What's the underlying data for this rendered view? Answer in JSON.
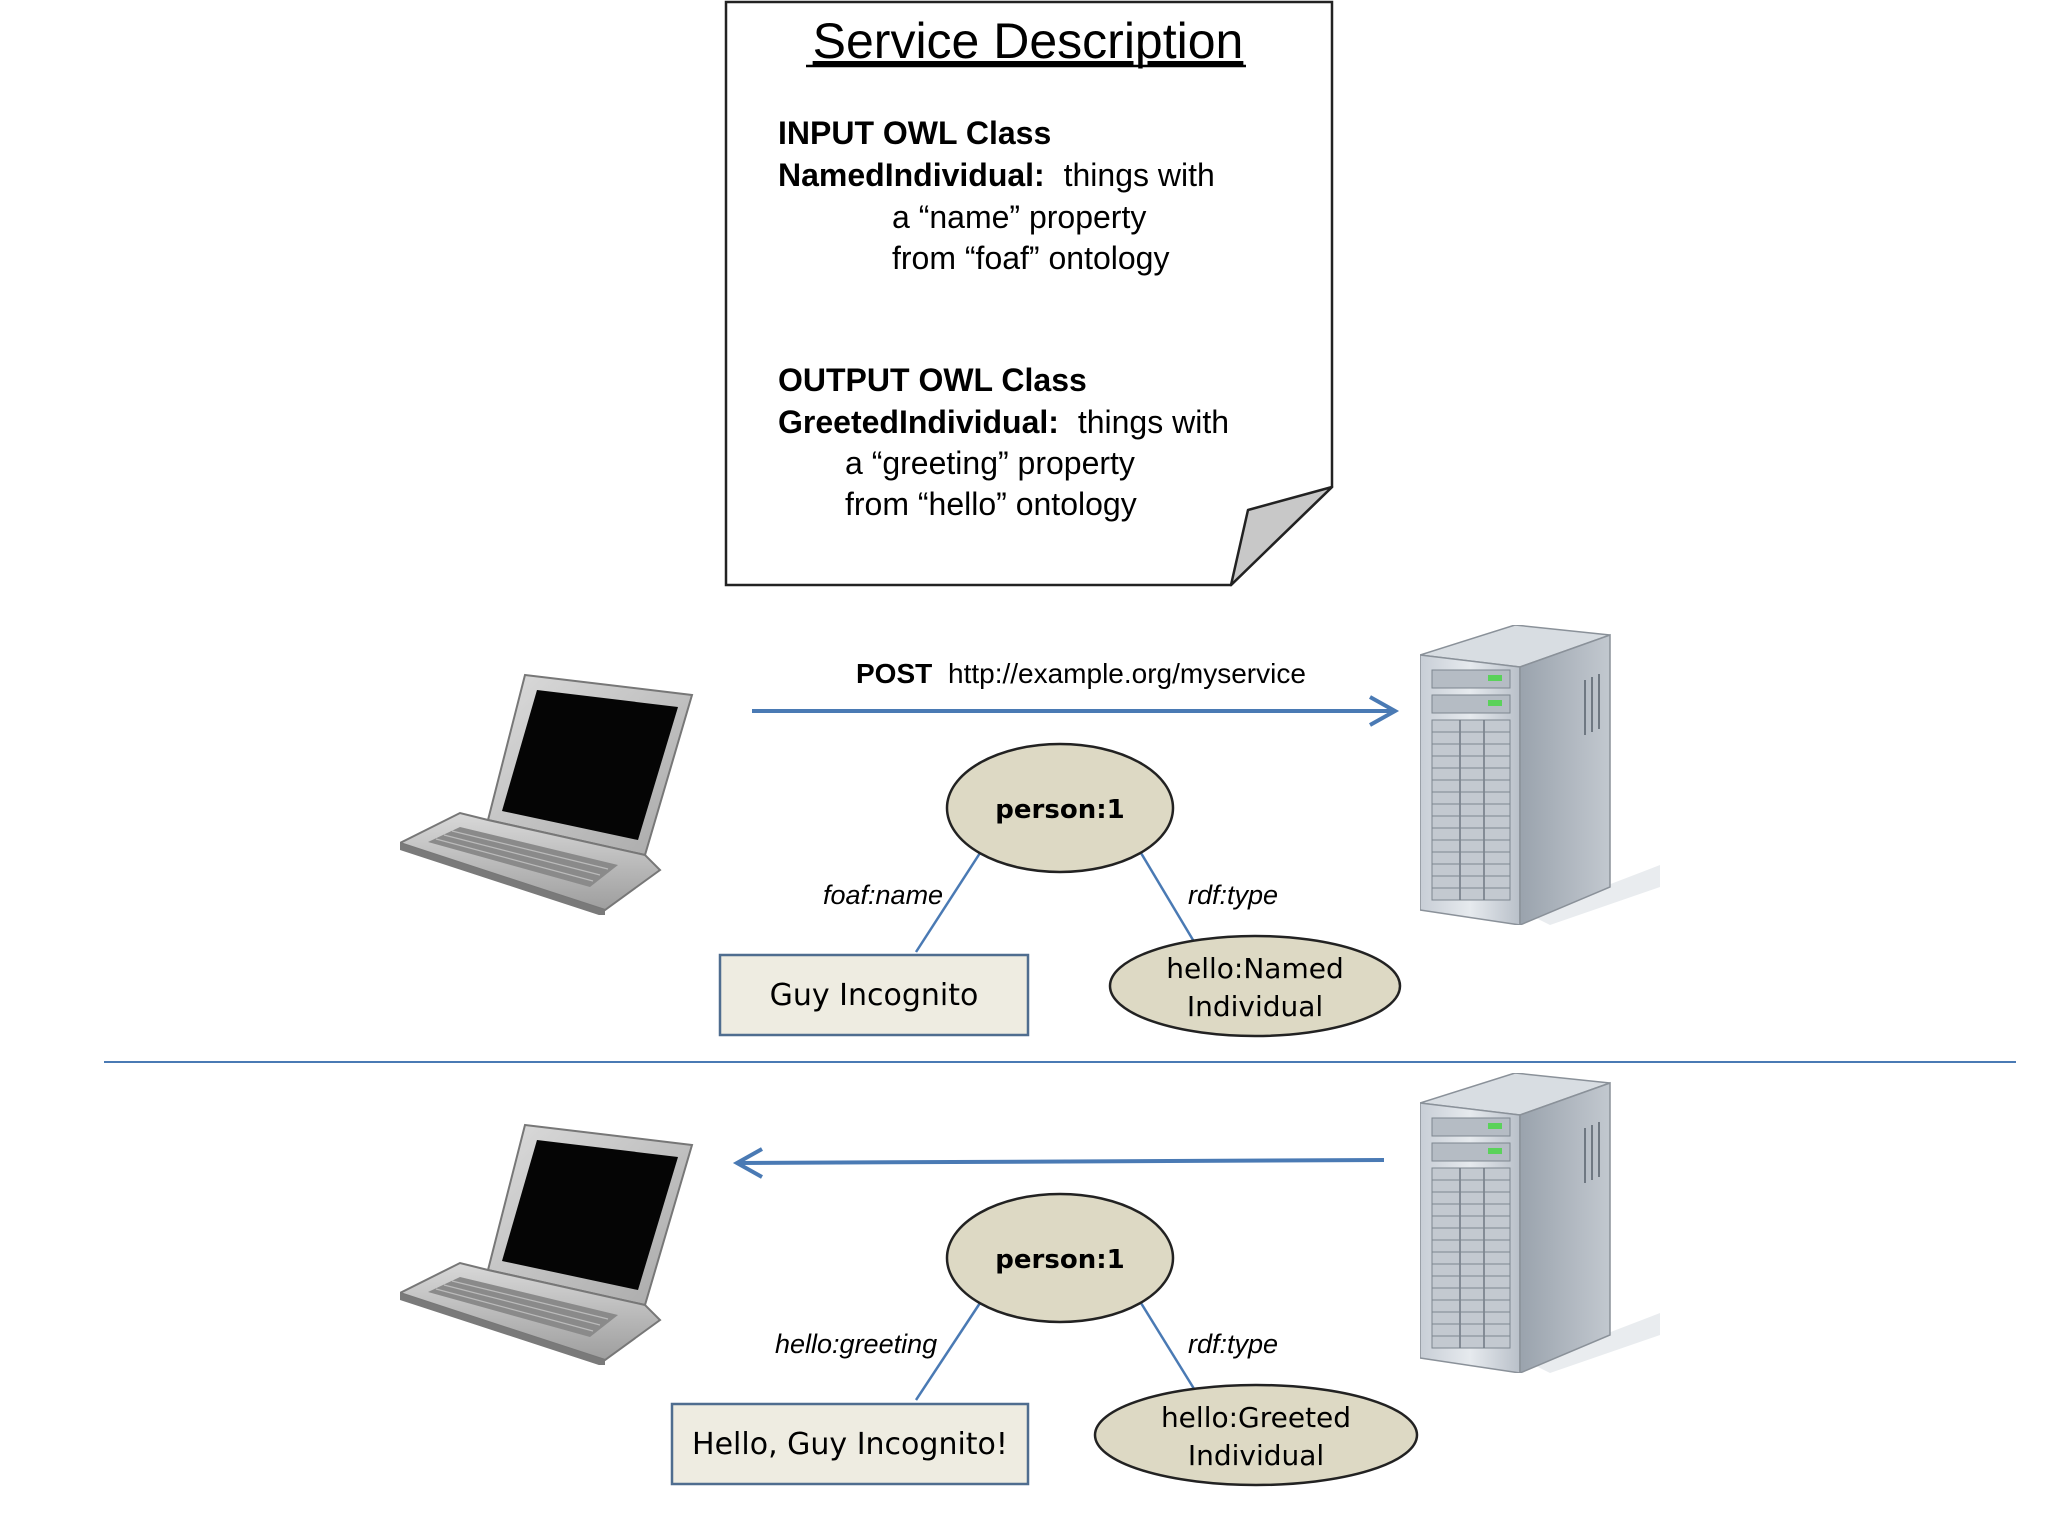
{
  "service_description": {
    "title": "Service Description",
    "input_heading": "INPUT OWL Class",
    "input_class": "NamedIndividual:",
    "input_desc_1": "things with",
    "input_desc_2": "a “name” property",
    "input_desc_3": "from “foaf” ontology",
    "output_heading": "OUTPUT OWL Class",
    "output_class": "GreetedIndividual:",
    "output_desc_1": "things with",
    "output_desc_2": "a “greeting” property",
    "output_desc_3": "from “hello” ontology"
  },
  "request": {
    "method": "POST",
    "url": "http://example.org/myservice",
    "subject": "person:1",
    "edge_left": "foaf:name",
    "edge_right": "rdf:type",
    "literal": "Guy Incognito",
    "type_line1": "hello:Named",
    "type_line2": "Individual"
  },
  "response": {
    "subject": "person:1",
    "edge_left": "hello:greeting",
    "edge_right": "rdf:type",
    "literal": "Hello, Guy Incognito!",
    "type_line1": "hello:Greeted",
    "type_line2": "Individual"
  },
  "colors": {
    "arrow": "#4a7ab4",
    "node_fill": "#ddd9c4",
    "literal_fill": "#eeece1",
    "literal_stroke": "#4f6d8f",
    "edge": "#4a7ab4"
  },
  "icons": [
    "laptop-icon",
    "server-icon"
  ]
}
